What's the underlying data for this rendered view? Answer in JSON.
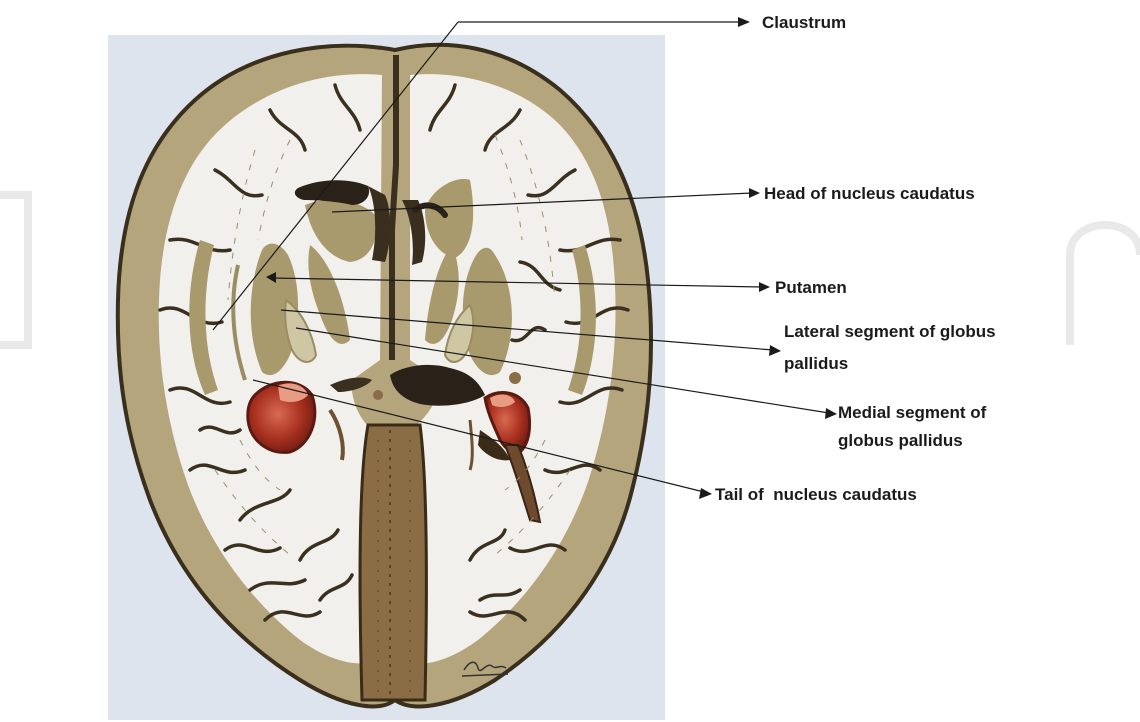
{
  "labels": {
    "claustrum": "Claustrum",
    "head_caudate": "Head of nucleus caudatus",
    "putamen": "Putamen",
    "lateral_gp_line1": "Lateral segment of globus",
    "lateral_gp_line2": "pallidus",
    "medial_gp_line1": "Medial segment of",
    "medial_gp_line2": "globus pallidus",
    "tail_caudate": "Tail of  nucleus caudatus"
  },
  "colors": {
    "paper_background": "#dde4ee",
    "cortex_gray_matter": "#b5a57c",
    "white_matter": "#f1f0ec",
    "ventricle": "#2a2218",
    "red_nucleus_like_structures": "#b13a2a"
  }
}
